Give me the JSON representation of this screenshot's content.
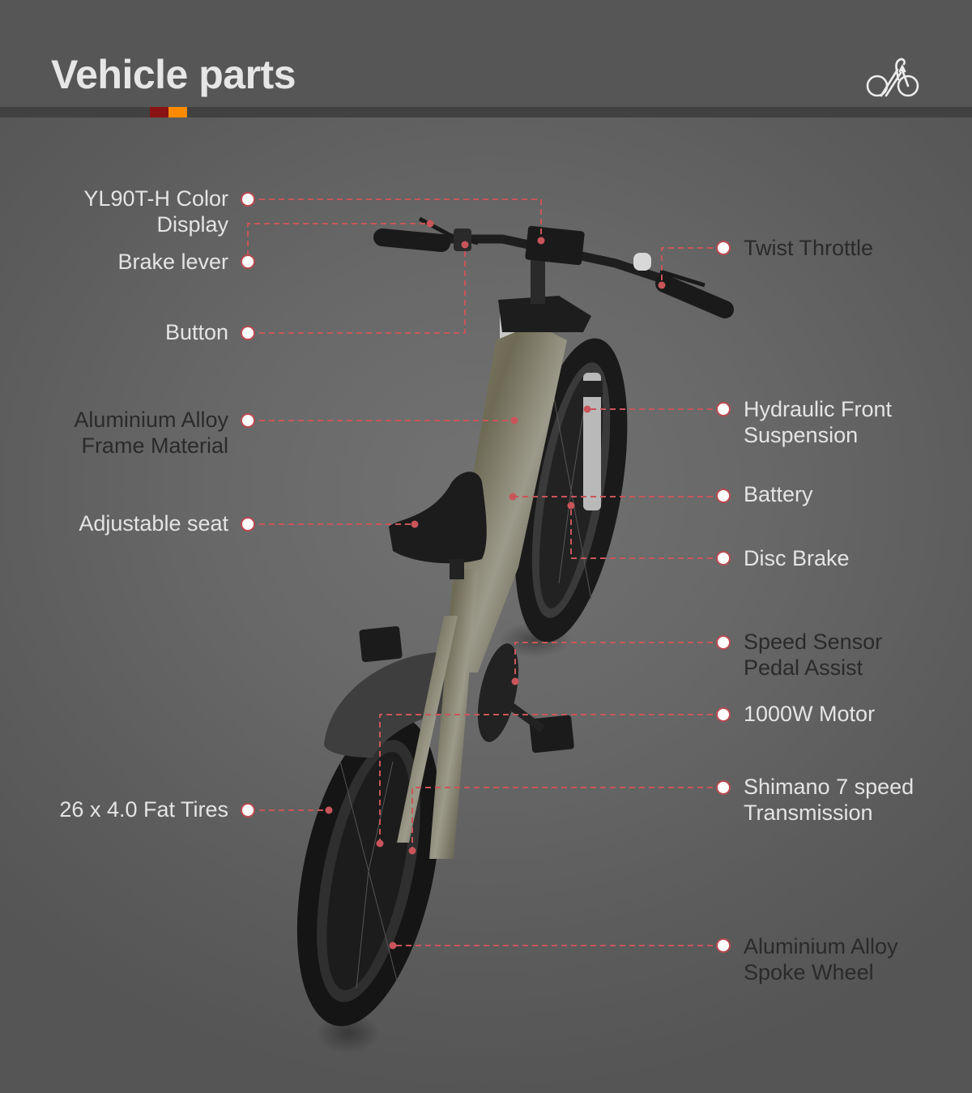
{
  "header": {
    "title": "Vehicle parts",
    "logo_icon": "bicycle-logo-icon",
    "accent_colors": [
      "#8b1212",
      "#ff8a00"
    ]
  },
  "colors": {
    "leader_line": "#c9555a",
    "marker_ring": "#b94a4f",
    "marker_fill": "#ffffff",
    "label_light": "#e4e4e4",
    "label_dark": "#2a2a2a"
  },
  "callouts": {
    "left": [
      {
        "id": "color-display",
        "lines": [
          "YL90T-H Color",
          "Display"
        ],
        "tone": "light"
      },
      {
        "id": "brake-lever",
        "lines": [
          "Brake lever"
        ],
        "tone": "light"
      },
      {
        "id": "button",
        "lines": [
          "Button"
        ],
        "tone": "light"
      },
      {
        "id": "frame-material",
        "lines": [
          "Aluminium Alloy",
          "Frame Material"
        ],
        "tone": "dark"
      },
      {
        "id": "adjustable-seat",
        "lines": [
          "Adjustable seat"
        ],
        "tone": "light"
      },
      {
        "id": "fat-tires",
        "lines": [
          "26 x 4.0 Fat Tires"
        ],
        "tone": "light"
      }
    ],
    "right": [
      {
        "id": "twist-throttle",
        "lines": [
          "Twist Throttle"
        ],
        "tone": "dark"
      },
      {
        "id": "front-suspension",
        "lines": [
          "Hydraulic Front",
          "Suspension"
        ],
        "tone": "light"
      },
      {
        "id": "battery",
        "lines": [
          "Battery"
        ],
        "tone": "light"
      },
      {
        "id": "disc-brake",
        "lines": [
          "Disc Brake"
        ],
        "tone": "light"
      },
      {
        "id": "speed-sensor",
        "lines": [
          "Speed Sensor",
          "Pedal Assist"
        ],
        "tone": "dark"
      },
      {
        "id": "motor",
        "lines": [
          "1000W Motor"
        ],
        "tone": "light"
      },
      {
        "id": "transmission",
        "lines": [
          "Shimano 7 speed",
          "Transmission"
        ],
        "tone": "light"
      },
      {
        "id": "spoke-wheel",
        "lines": [
          "Aluminium Alloy",
          "Spoke Wheel"
        ],
        "tone": "dark"
      }
    ]
  }
}
